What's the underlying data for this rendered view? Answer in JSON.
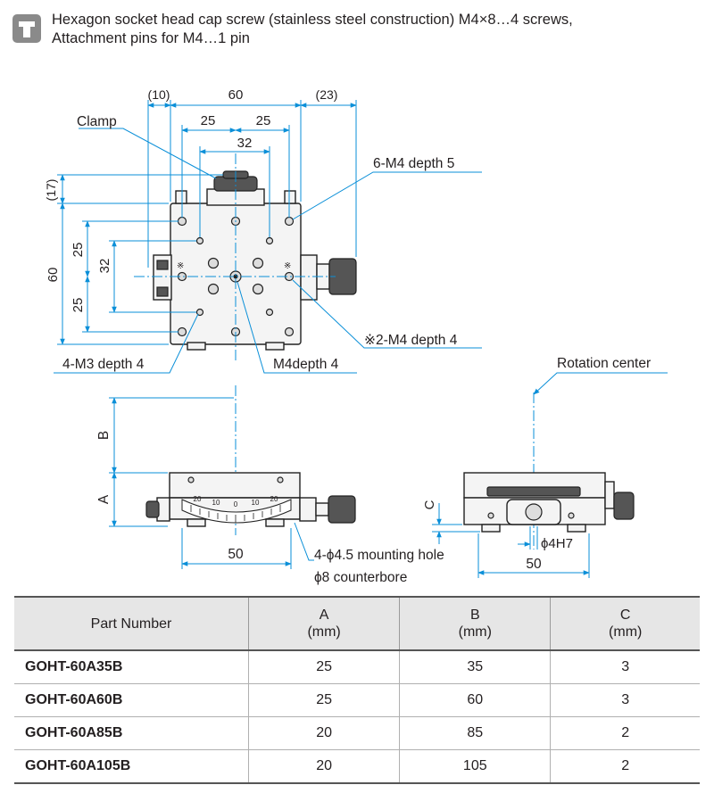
{
  "header": {
    "line1": "Hexagon socket head cap screw (stainless steel construction) M4×8…4 screws,",
    "line2": "Attachment pins for M4…1 pin"
  },
  "top_view": {
    "dim_10": "(10)",
    "dim_60_top": "60",
    "dim_23": "(23)",
    "dim_25_left": "25",
    "dim_25_right": "25",
    "dim_32_top": "32",
    "dim_17": "(17)",
    "dim_25_upper": "25",
    "dim_32_side": "32",
    "dim_60_side": "60",
    "dim_25_lower": "25",
    "clamp": "Clamp",
    "m4_6": "6-M4 depth 5",
    "m4_2": "※2-M4 depth 4",
    "m3_4": "4-M3 depth 4",
    "m4_center": "M4depth 4",
    "asterisk": "※"
  },
  "front_view": {
    "label_b": "B",
    "label_a": "A",
    "dim_50": "50",
    "scale_labels": [
      "20",
      "10",
      "0",
      "10",
      "20"
    ],
    "mount_hole": "4-ϕ4.5 mounting hole",
    "counterbore": "ϕ8 counterbore"
  },
  "side_view": {
    "rotation_center": "Rotation center",
    "label_c": "C",
    "dim_h7": "ϕ4H7",
    "dim_50": "50"
  },
  "table": {
    "headers": {
      "part": "Part Number",
      "a": "A",
      "a_unit": "(mm)",
      "b": "B",
      "b_unit": "(mm)",
      "c": "C",
      "c_unit": "(mm)"
    },
    "rows": [
      {
        "part": "GOHT-60A35B",
        "a": "25",
        "b": "35",
        "c": "3"
      },
      {
        "part": "GOHT-60A60B",
        "a": "25",
        "b": "60",
        "c": "3"
      },
      {
        "part": "GOHT-60A85B",
        "a": "20",
        "b": "85",
        "c": "2"
      },
      {
        "part": "GOHT-60A105B",
        "a": "20",
        "b": "105",
        "c": "2"
      }
    ]
  },
  "colors": {
    "dimension": "#0a8fd8",
    "outline": "#222222",
    "header_bg": "#e6e6e6",
    "icon_bg": "#8a8a8a"
  },
  "icons": {
    "header": "screw-icon"
  }
}
